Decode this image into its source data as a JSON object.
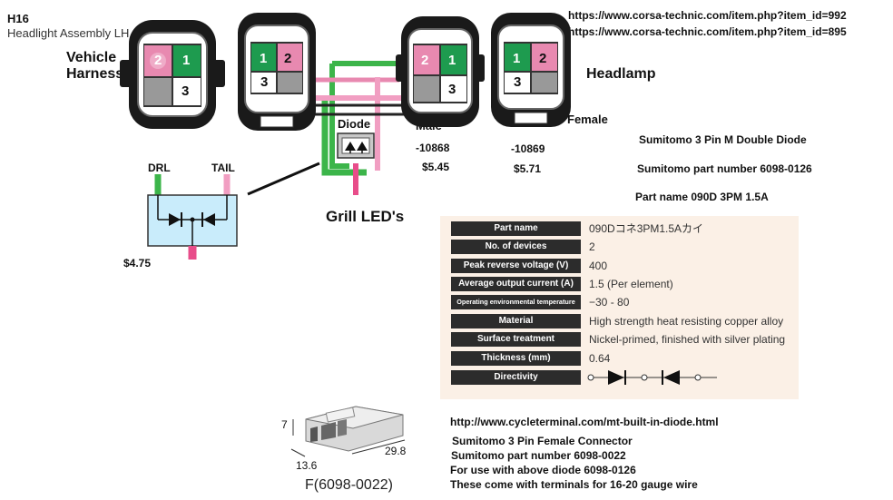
{
  "header": {
    "code": "H16",
    "subtitle": "Headlight Assembly LH"
  },
  "links": {
    "url1": "https://www.corsa-technic.com/item.php?item_id=992",
    "url2": "https://www.corsa-technic.com/item.php?item_id=895",
    "url3": "http://www.cycleterminal.com/mt-built-in-diode.html"
  },
  "labels": {
    "vehicle_line1": "Vehicle",
    "vehicle_line2": "Harness",
    "headlamp": "Headlamp",
    "diode": "Diode",
    "male": "Male",
    "female": "Female",
    "grill": "Grill LED's",
    "drl": "DRL",
    "tail": "TAIL"
  },
  "connectors": {
    "pin1": "1",
    "pin2": "2",
    "pin3": "3"
  },
  "prices": {
    "male_part": "-10868",
    "male_price": "$5.45",
    "female_part": "-10869",
    "female_price": "$5.71",
    "diode_price": "$4.75"
  },
  "diode_info": {
    "title": "Sumitomo 3 Pin M Double Diode",
    "part_number": "Sumitomo part number 6098-0126",
    "part_name": "Part name  090D 3PM 1.5A"
  },
  "spec_table": [
    {
      "label": "Part name",
      "value": "090Dコネ3PM1.5Aカイ"
    },
    {
      "label": "No. of devices",
      "value": "2"
    },
    {
      "label": "Peak reverse voltage (V)",
      "value": "400"
    },
    {
      "label": "Average output current (A)",
      "value": "1.5 (Per element)"
    },
    {
      "label": "Operating environmental temperature (°C)",
      "value": "−30 - 80"
    },
    {
      "label": "Material",
      "value": "High strength heat resisting copper alloy"
    },
    {
      "label": "Surface treatment",
      "value": "Nickel-primed, finished with silver plating"
    },
    {
      "label": "Thickness (mm)",
      "value": "0.64"
    },
    {
      "label": "Directivity",
      "value": ""
    }
  ],
  "female_connector": {
    "dim_height": "7",
    "dim_width": "13.6",
    "dim_length": "29.8",
    "caption": "F(6098-0022)",
    "line1": "Sumitomo 3 Pin Female Connector",
    "line2": "Sumitomo part number 6098-0022",
    "line3": "For use with above diode 6098-0126",
    "line4": "These come with terminals for 16-20 gauge wire"
  },
  "colors": {
    "pin_pink": "#e889b0",
    "pin_green": "#1e9b4f",
    "wire_green": "#3cb54a",
    "wire_pink": "#f19ec2",
    "diode_box": "#c9ecfb",
    "spec_bg": "#fbf0e6"
  }
}
